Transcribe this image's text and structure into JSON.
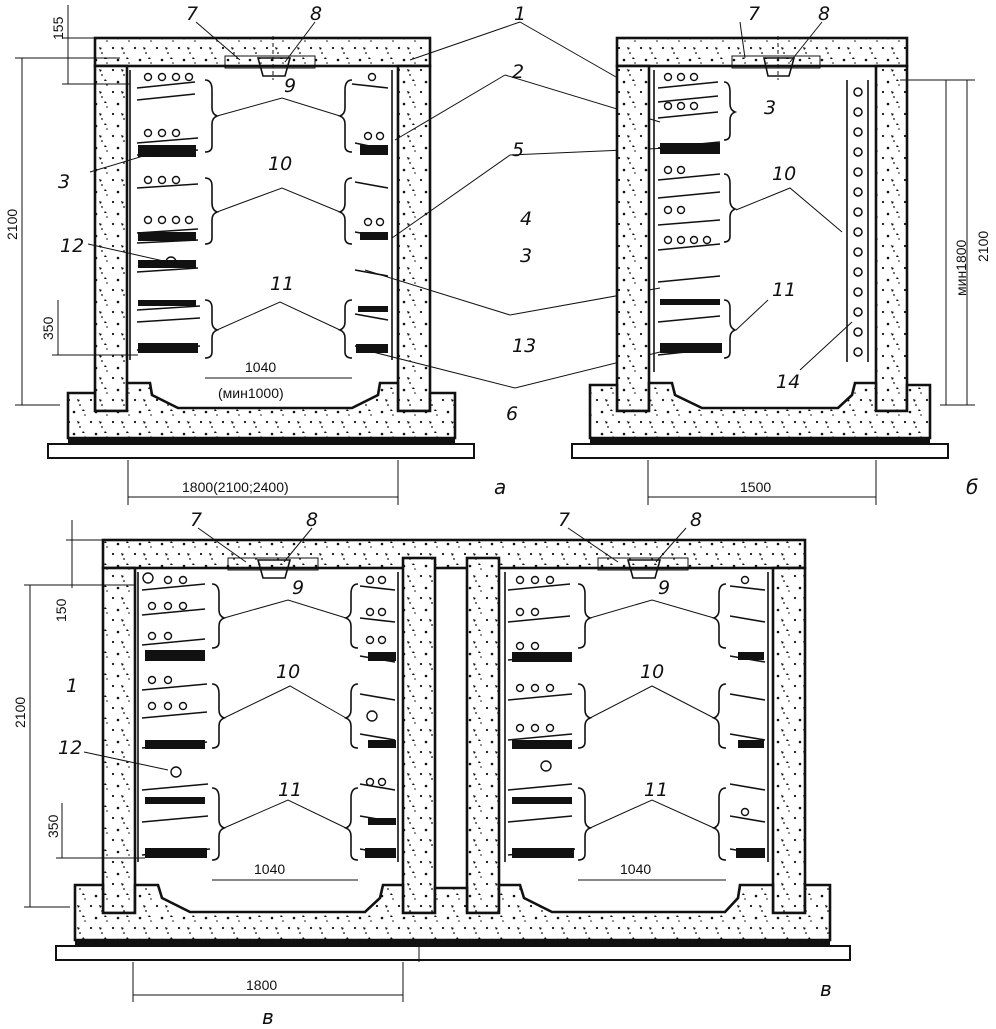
{
  "panels": [
    {
      "id": "a",
      "caption": "а",
      "callouts": [
        "7",
        "8",
        "1",
        "2",
        "9",
        "3",
        "10",
        "5",
        "4",
        "3",
        "12",
        "11",
        "13",
        "6"
      ],
      "dims": {
        "top": "155",
        "height": "2100",
        "bottom": "350",
        "inner": "1040",
        "inner_min": "(мин1000)",
        "width": "1800(2100;2400)"
      }
    },
    {
      "id": "b",
      "caption": "б",
      "callouts": [
        "7",
        "8",
        "3",
        "10",
        "11",
        "14"
      ],
      "dims": {
        "height": "2100",
        "min_height": "мин1800",
        "width": "1500"
      }
    },
    {
      "id": "v",
      "caption": "в",
      "callouts": [
        "7",
        "8",
        "9",
        "1",
        "10",
        "12",
        "11",
        "7",
        "8",
        "9",
        "10",
        "11"
      ],
      "dims": {
        "top": "150",
        "height": "2100",
        "bottom": "350",
        "inner_left": "1040",
        "inner_right": "1040",
        "width": "1800",
        "width_ref": "в"
      }
    }
  ]
}
